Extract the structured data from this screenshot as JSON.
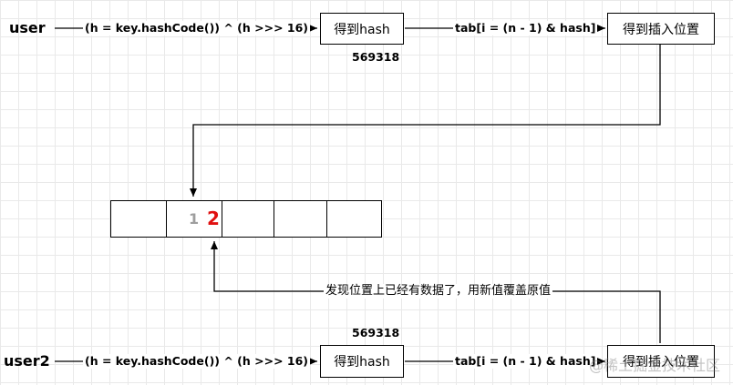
{
  "top_flow": {
    "input_label": "user",
    "hash_formula": "(h = key.hashCode()) ^ (h >>> 16)",
    "hash_box": "得到hash",
    "hash_value": "569318",
    "index_formula": "tab[i = (n - 1) & hash]",
    "position_box": "得到插入位置"
  },
  "bottom_flow": {
    "input_label": "user2",
    "hash_formula": "(h = key.hashCode()) ^ (h >>> 16)",
    "hash_box": "得到hash",
    "hash_value": "569318",
    "index_formula": "tab[i = (n - 1) & hash]",
    "position_box": "得到插入位置"
  },
  "array": {
    "cell_count": 5,
    "old_value": "1",
    "new_value": "2",
    "old_value_color": "#9e9e9e",
    "new_value_color": "#e01010"
  },
  "overwrite_note": "发现位置上已经有数据了，用新值覆盖原值",
  "watermark": "@稀土掘金技术社区"
}
